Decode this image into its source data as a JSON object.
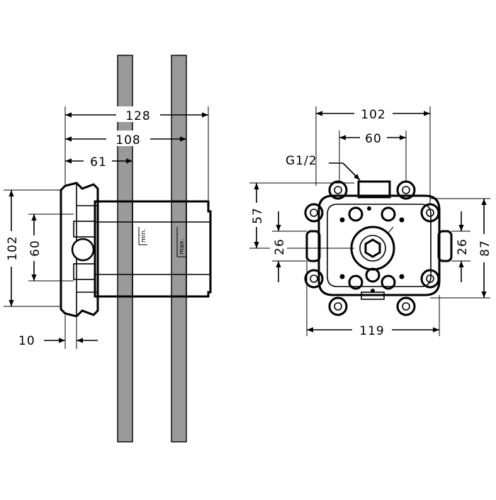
{
  "side_view": {
    "dim_overall": "128",
    "dim_max": "108",
    "dim_min": "61",
    "dim_height": "102",
    "dim_inner": "60",
    "dim_flange": "10",
    "label_min": "min.",
    "label_max": "max."
  },
  "front_view": {
    "dim_width": "102",
    "dim_spacing": "60",
    "thread_label": "G1/2",
    "dim_57": "57",
    "dim_26_left": "26",
    "dim_26_right": "26",
    "dim_87": "87",
    "dim_119": "119"
  }
}
